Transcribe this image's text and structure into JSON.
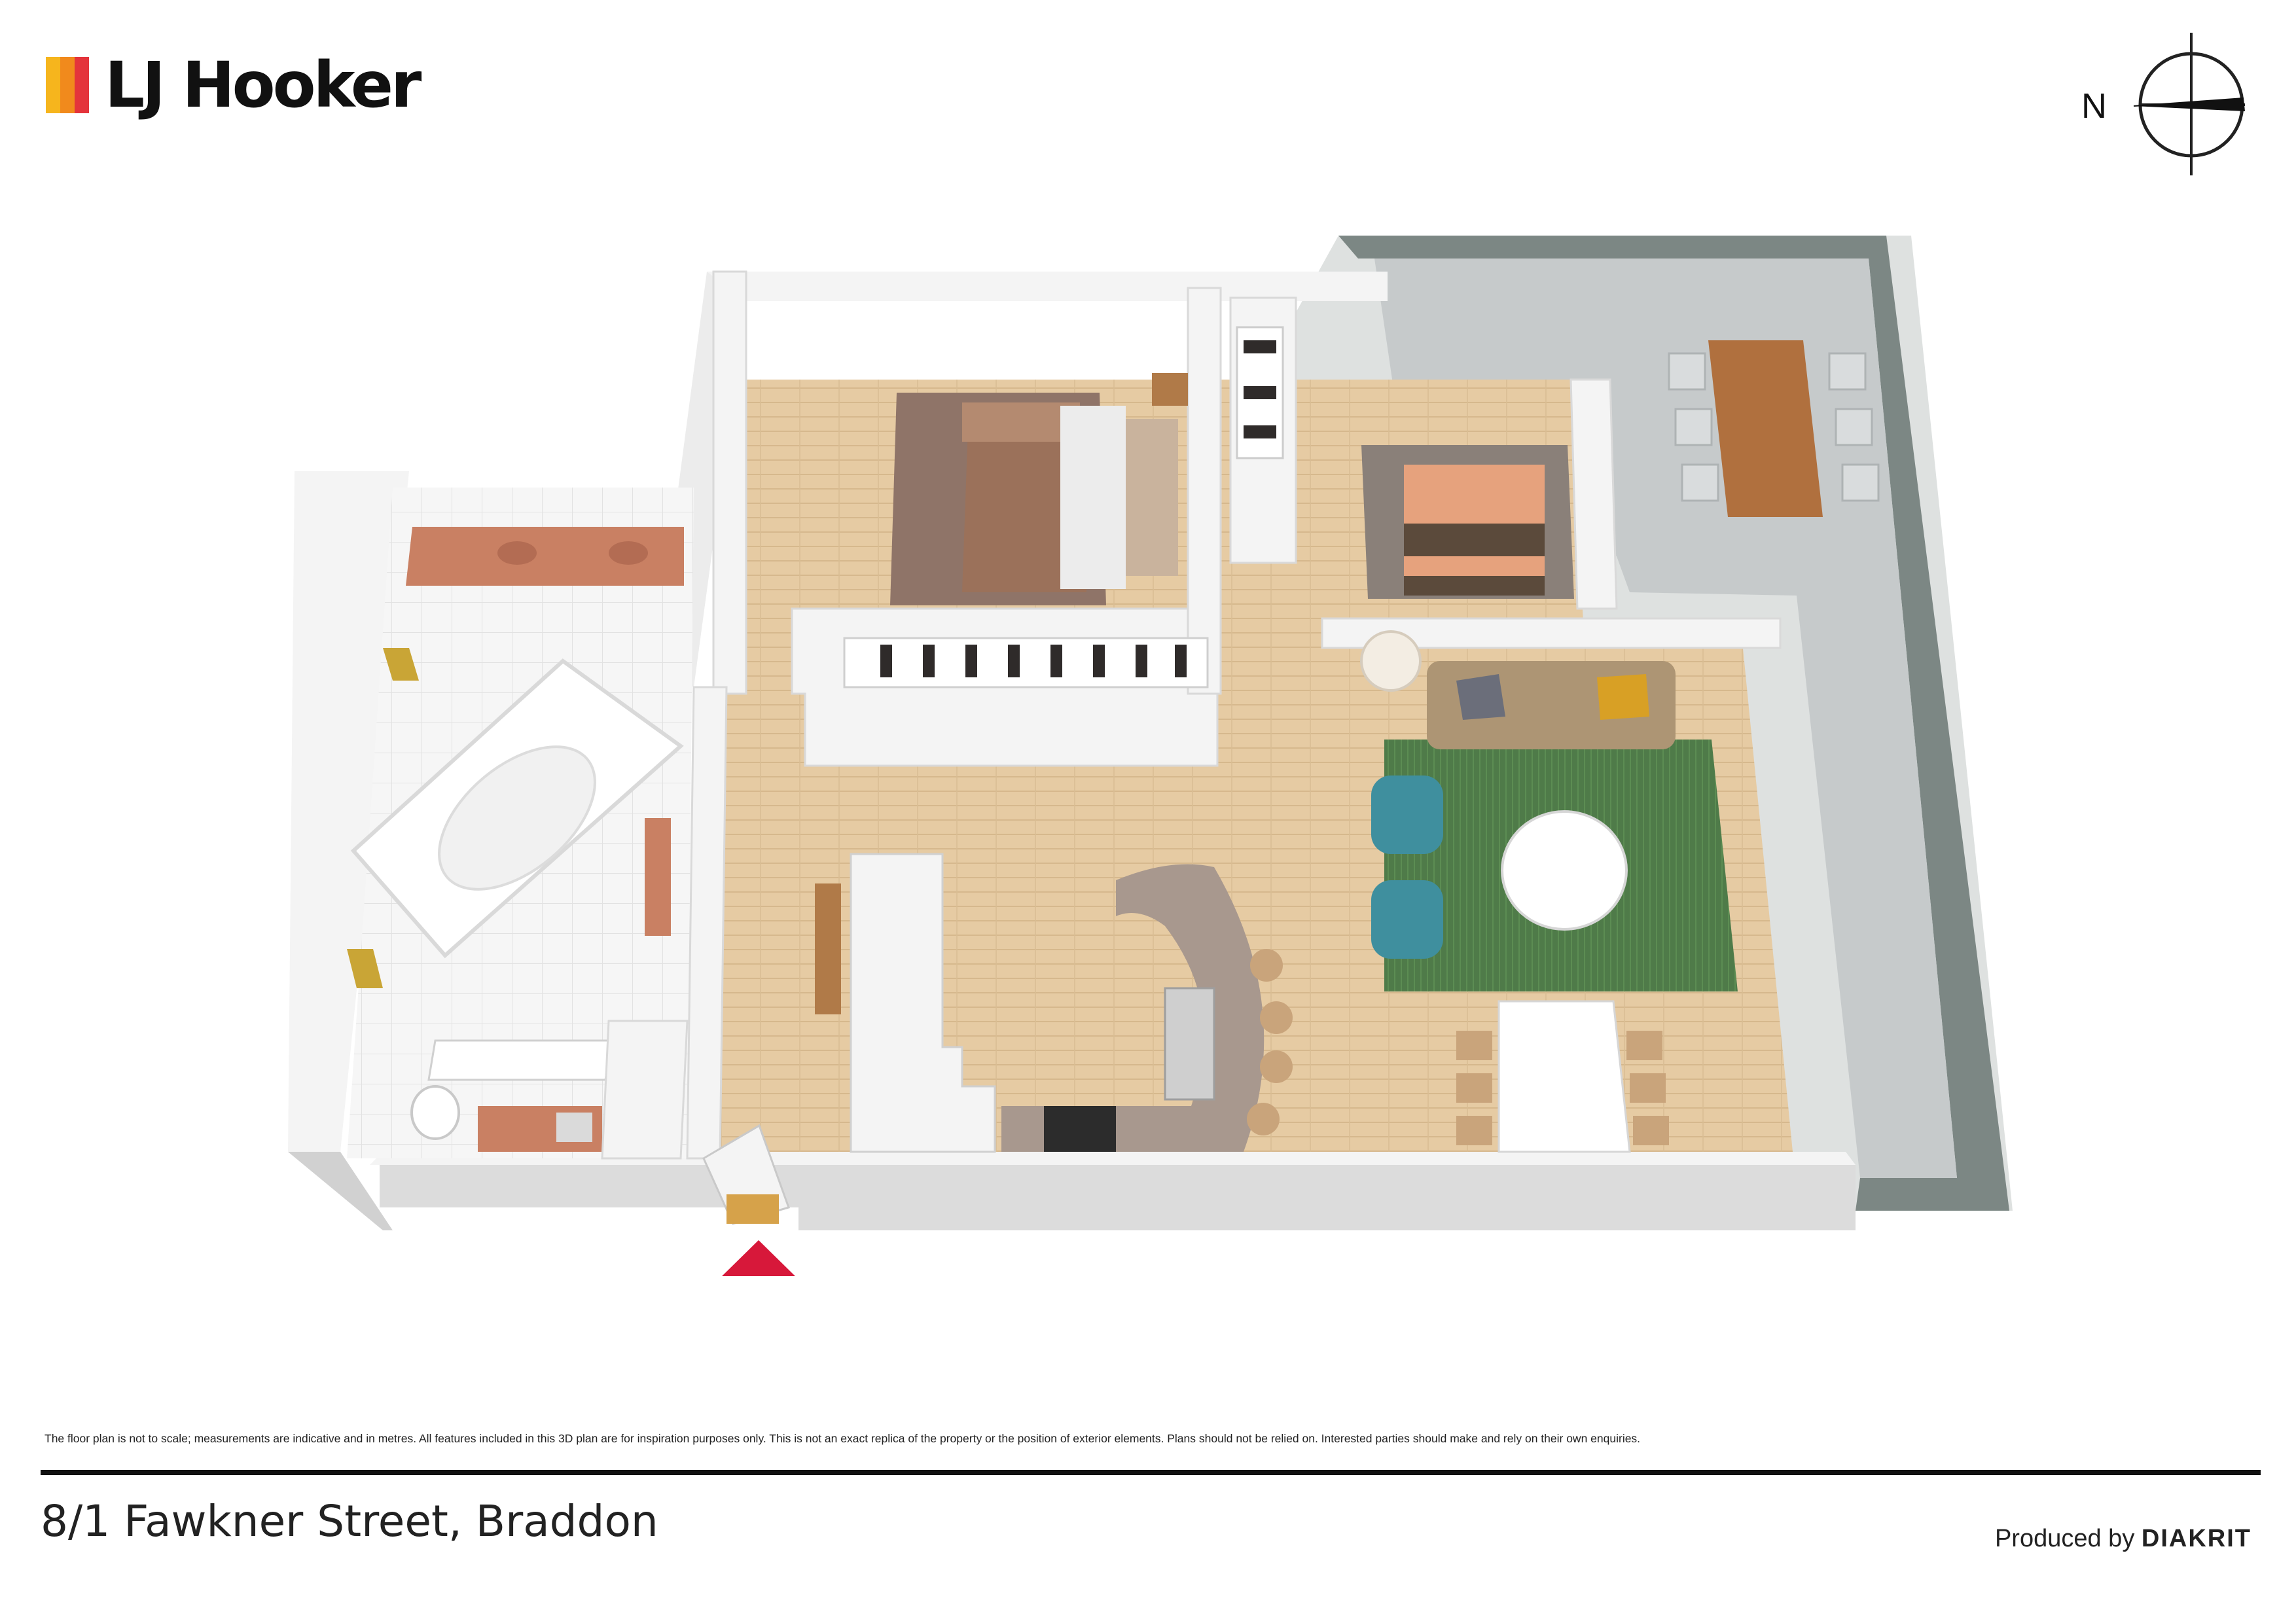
{
  "brand": {
    "name": "LJ Hooker",
    "bar_colors": [
      "#f6b51d",
      "#f18a1c",
      "#e4343b"
    ]
  },
  "compass": {
    "label": "N"
  },
  "disclaimer": "The floor plan is not to scale; measurements are indicative and in metres. All features included in this 3D plan are for inspiration purposes only. This is not an exact replica of the property or the position of exterior elements. Plans should not be relied on. Interested parties should make and rely on their own enquiries.",
  "address": "8/1 Fawkner Street, Braddon",
  "credit": {
    "prefix": "Produced by",
    "company": "DIAKRIT"
  },
  "colors": {
    "floor_timber": "#e6cba3",
    "wall": "#f4f4f4",
    "wall_shadow": "#c9c9c9",
    "terrace_floor": "#c6cacb",
    "terrace_wall": "#7c8784",
    "bathroom_tile": "#f7f7f7",
    "rug_green": "#4f7b49",
    "entry_marker": "#d7183a",
    "sofa": "#ad9574",
    "chair_teal": "#3f8f9e",
    "bench_stone": "#a8988e",
    "vanity_top": "#c98063"
  }
}
